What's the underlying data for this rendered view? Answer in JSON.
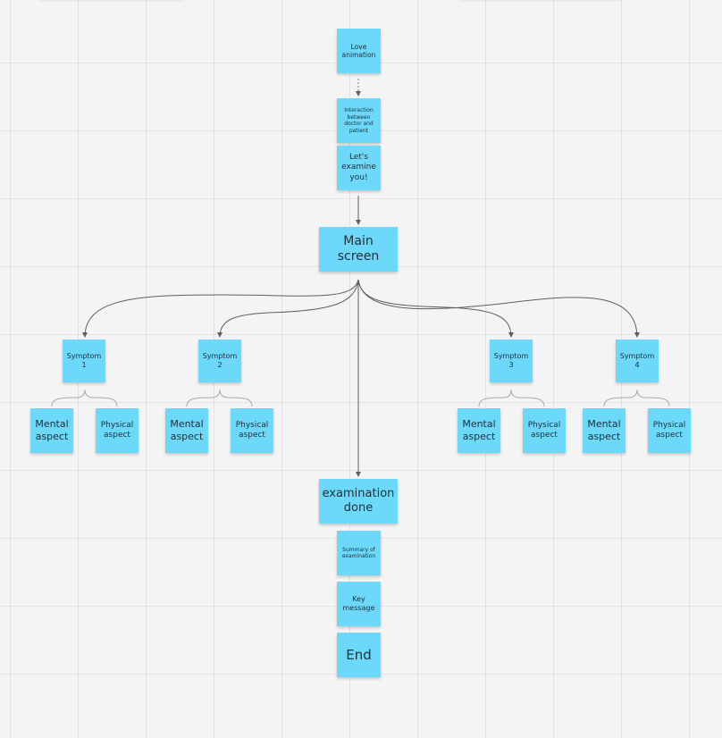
{
  "board": {
    "note_color": "#6cd8fa",
    "connector_color": "#5f5f5f"
  },
  "notes": {
    "love_animation": "Love animation",
    "interaction": "Interaction between doctor and patient",
    "lets_examine": "Let's examine you!",
    "main_screen": "Main screen",
    "symptom_1": "Symptom 1",
    "symptom_2": "Symptom 2",
    "symptom_3": "Symptom 3",
    "symptom_4": "Symptom 4",
    "mental_aspect": "Mental aspect",
    "physical_aspect": "Physical aspect",
    "examination_done": "examination done",
    "summary": "Summary of examination",
    "key_message": "Key message",
    "end": "End"
  }
}
